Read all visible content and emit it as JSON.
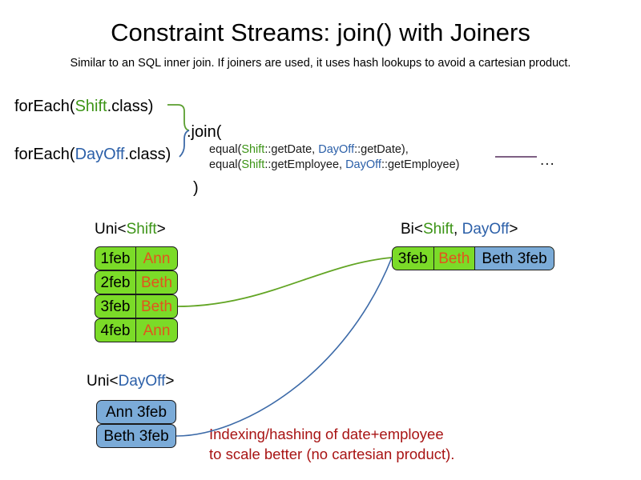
{
  "slide": {
    "title": "Constraint Streams: join() with Joiners",
    "subtitle": "Similar to an SQL inner join. If joiners are used, it uses hash lookups to avoid a cartesian product."
  },
  "colors": {
    "shift_accent": "#3c9416",
    "dayoff_accent": "#2b5fa8",
    "shift_box_fill": "#7bdb28",
    "dayoff_box_fill": "#7babd8",
    "person_text": "#e2541d",
    "annotation_text": "#a81414",
    "ellipsis_line": "#6b4a73",
    "box_border": "#1a1a1a"
  },
  "code": {
    "foreach_shift": {
      "prefix": "forEach(",
      "type": "Shift",
      "suffix": ".class)"
    },
    "foreach_dayoff": {
      "prefix": "forEach(",
      "type": "DayOff",
      "suffix": ".class)"
    },
    "join_open": ".join(",
    "joiners": [
      {
        "fn_open": "equal(",
        "left_type": "Shift",
        "left_ref": "::getDate, ",
        "right_type": "DayOff",
        "right_ref": "::getDate),"
      },
      {
        "fn_open": "equal(",
        "left_type": "Shift",
        "left_ref": "::getEmployee, ",
        "right_type": "DayOff",
        "right_ref": "::getEmployee)"
      }
    ],
    "join_close": ")",
    "ellipsis": "..."
  },
  "streams": {
    "uni_shift": {
      "label_prefix": "Uni<",
      "label_type": "Shift",
      "label_suffix": ">",
      "rows": [
        {
          "date": "1feb",
          "person": "Ann"
        },
        {
          "date": "2feb",
          "person": "Beth"
        },
        {
          "date": "3feb",
          "person": "Beth"
        },
        {
          "date": "4feb",
          "person": "Ann"
        }
      ]
    },
    "uni_dayoff": {
      "label_prefix": "Uni<",
      "label_type": "DayOff",
      "label_suffix": ">",
      "rows": [
        {
          "text": "Ann 3feb"
        },
        {
          "text": "Beth 3feb"
        }
      ]
    },
    "bi": {
      "label_prefix": "Bi<",
      "label_type_a": "Shift",
      "label_sep": ", ",
      "label_type_b": "DayOff",
      "label_suffix": ">",
      "row": {
        "date": "3feb",
        "person": "Beth",
        "pair": "Beth 3feb"
      }
    }
  },
  "annotation": {
    "line1": "Indexing/hashing of date+employee",
    "line2": "to scale better (no cartesian product)."
  }
}
